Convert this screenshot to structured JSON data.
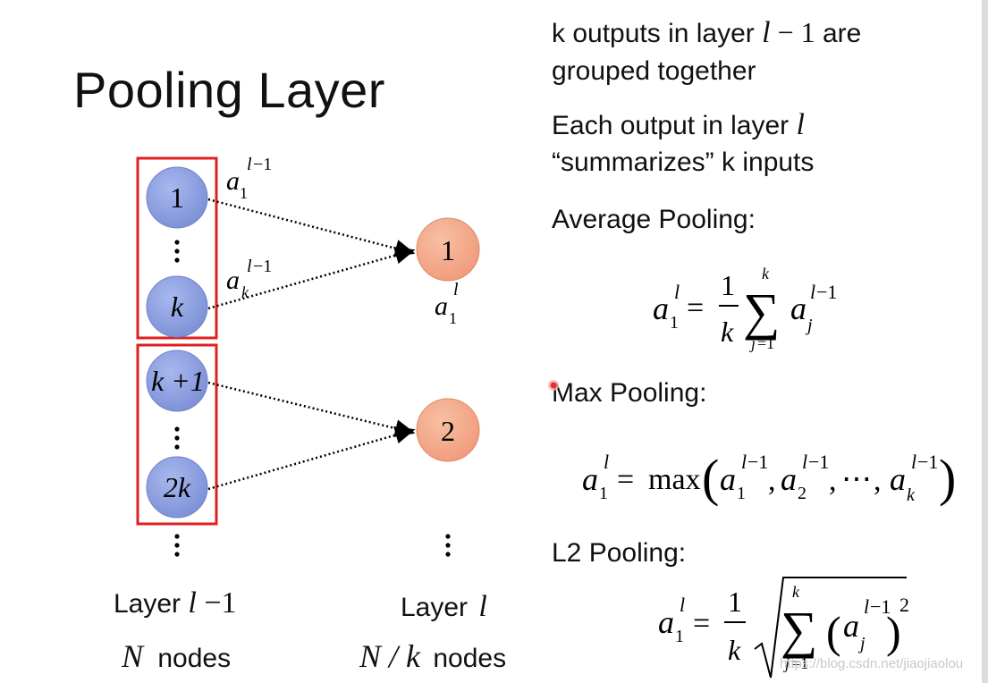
{
  "slide": {
    "title": "Pooling Layer",
    "bullets": {
      "b1_line1_pre": "k outputs in layer ",
      "b1_line1_post": " are",
      "b1_line2": "grouped together",
      "b2_line1_pre": "Each output in layer ",
      "b2_line2": "“summarizes” k inputs"
    },
    "sections": {
      "average": "Average Pooling:",
      "max": "Max Pooling:",
      "l2": "L2 Pooling:"
    },
    "layer_left": {
      "label": "Layer",
      "var": "l",
      "suffix": " −1",
      "nodes_var": "N",
      "nodes_text": "nodes"
    },
    "layer_right": {
      "label": "Layer",
      "var": "l",
      "nodes_var": "N / k",
      "nodes_text": "nodes"
    },
    "watermark": "https://blog.csdn.net/jiaojiaolou"
  },
  "diagram": {
    "input_nodes": [
      "1",
      "k",
      "k +1",
      "2k"
    ],
    "output_nodes": [
      "1",
      "2"
    ],
    "input_color": "#8c9fde",
    "output_color": "#f4a98a",
    "group_box_color": "#e02020"
  }
}
